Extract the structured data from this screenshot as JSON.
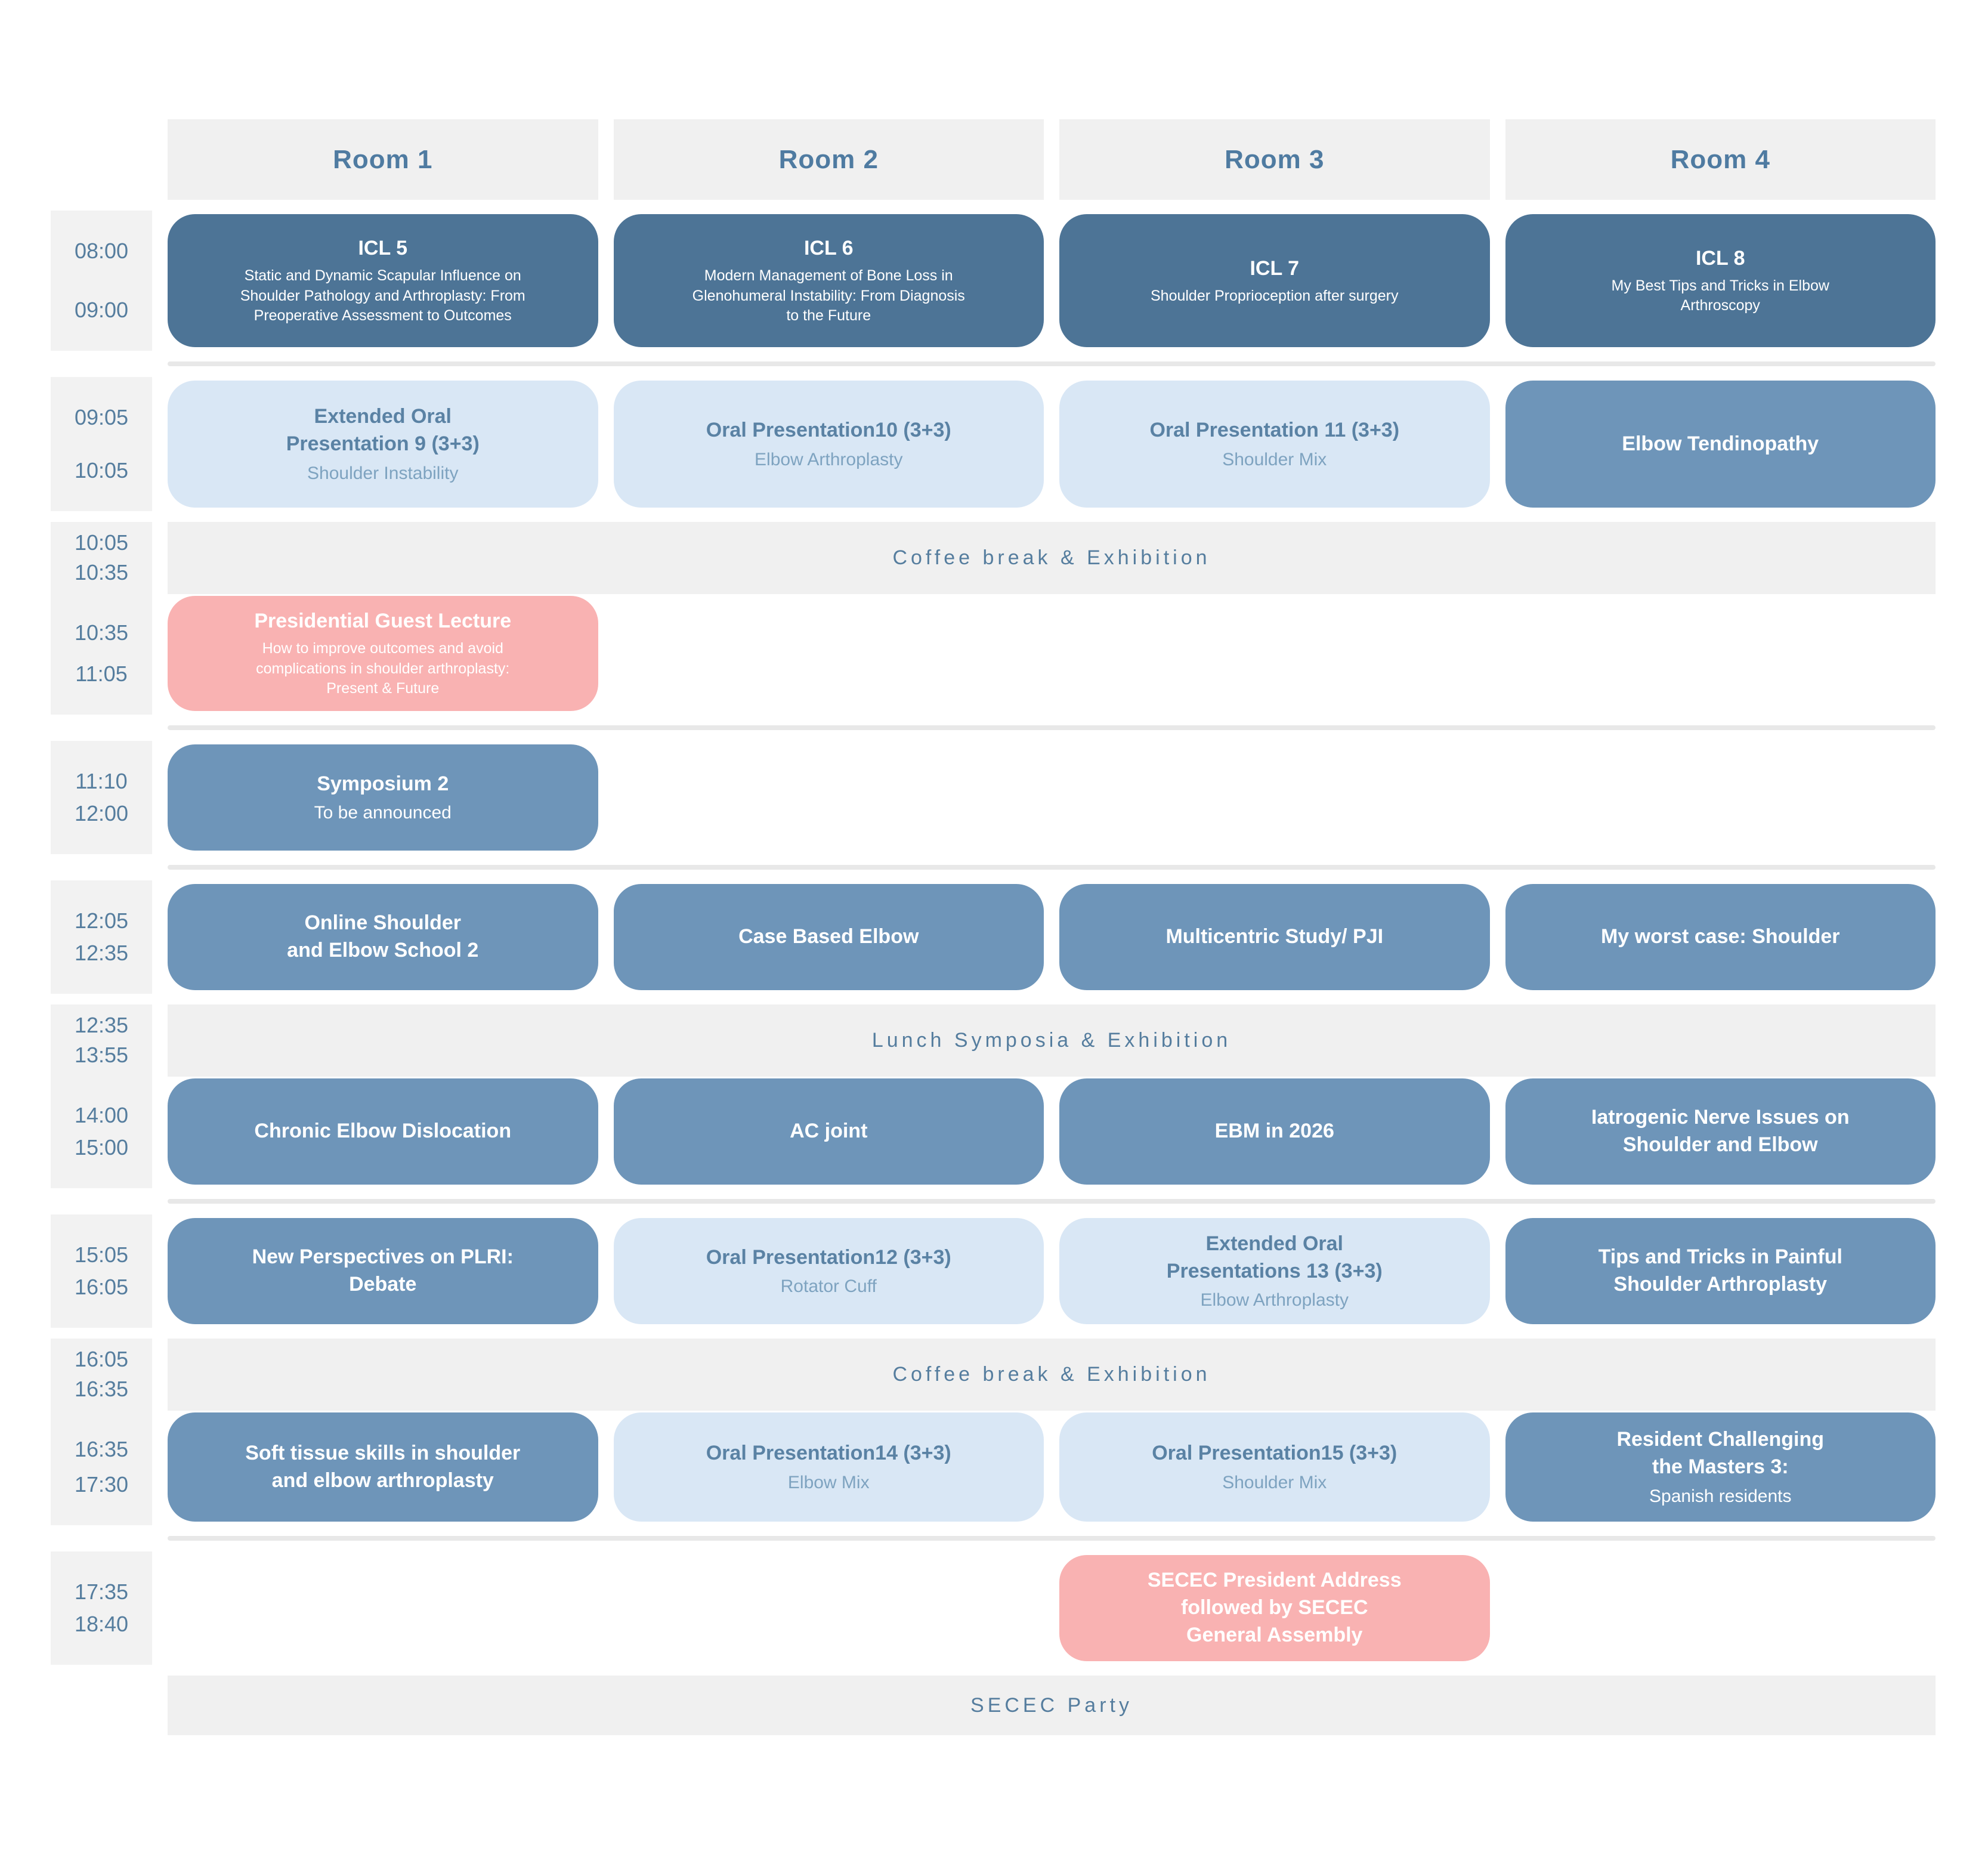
{
  "colors": {
    "dark_blue": "#4d7496",
    "medium_blue": "#6e95b9",
    "light_blue": "#d9e7f5",
    "pink": "#f9b2b2",
    "band_gray": "#f0f0f0",
    "time_gray": "#f2f2f2",
    "steel_text": "#557d9e",
    "light_block_title": "#5a82a4",
    "light_block_sub": "#7ea3c0"
  },
  "rooms": [
    "Room 1",
    "Room 2",
    "Room 3",
    "Room 4"
  ],
  "rows": [
    {
      "t1": "08:00",
      "t2": "09:00",
      "room1": {
        "title": "ICL 5",
        "sub": "Static and Dynamic Scapular Influence on\nShoulder Pathology and Arthroplasty: From\nPreoperative Assessment to Outcomes"
      },
      "room2": {
        "title": "ICL 6",
        "sub": "Modern Management of Bone Loss in\nGlenohumeral Instability: From Diagnosis\nto the Future"
      },
      "room3": {
        "title": "ICL 7",
        "sub": "Shoulder Proprioception after surgery"
      },
      "room4": {
        "title": "ICL 8",
        "sub": "My Best Tips and Tricks in Elbow\nArthroscopy"
      }
    },
    {
      "t1": "09:05",
      "t2": "10:05",
      "room1": {
        "title": "Extended Oral\nPresentation 9 (3+3)",
        "sub": "Shoulder Instability"
      },
      "room2": {
        "title": "Oral Presentation10 (3+3)",
        "sub": "Elbow Arthroplasty"
      },
      "room3": {
        "title": "Oral Presentation 11 (3+3)",
        "sub": "Shoulder Mix"
      },
      "room4": {
        "title": "Elbow Tendinopathy"
      }
    },
    {
      "t1": "10:05",
      "t2": "10:35",
      "label": "Coffee break & Exhibition"
    },
    {
      "t1": "10:35",
      "t2": "11:05",
      "room1": {
        "title": "Presidential Guest Lecture",
        "sub": "How to improve outcomes and avoid\ncomplications in shoulder arthroplasty:\nPresent & Future"
      }
    },
    {
      "t1": "11:10",
      "t2": "12:00",
      "room1": {
        "title": "Symposium 2",
        "sub": "To be announced"
      }
    },
    {
      "t1": "12:05",
      "t2": "12:35",
      "room1": {
        "title": "Online Shoulder\nand Elbow School 2"
      },
      "room2": {
        "title": "Case Based Elbow"
      },
      "room3": {
        "title": "Multicentric Study/ PJI"
      },
      "room4": {
        "title": "My worst case: Shoulder"
      }
    },
    {
      "t1": "12:35",
      "t2": "13:55",
      "label": "Lunch Symposia & Exhibition"
    },
    {
      "t1": "14:00",
      "t2": "15:00",
      "room1": {
        "title": "Chronic Elbow Dislocation"
      },
      "room2": {
        "title": "AC joint"
      },
      "room3": {
        "title": "EBM in 2026"
      },
      "room4": {
        "title": "Iatrogenic Nerve Issues on\nShoulder and Elbow"
      }
    },
    {
      "t1": "15:05",
      "t2": "16:05",
      "room1": {
        "title": "New Perspectives on PLRI:\nDebate"
      },
      "room2": {
        "title": "Oral Presentation12 (3+3)",
        "sub": "Rotator Cuff"
      },
      "room3": {
        "title": "Extended Oral\nPresentations 13 (3+3)",
        "sub": "Elbow Arthroplasty"
      },
      "room4": {
        "title": "Tips and Tricks in Painful\nShoulder Arthroplasty"
      }
    },
    {
      "t1": "16:05",
      "t2": "16:35",
      "label": "Coffee break & Exhibition"
    },
    {
      "t1": "16:35",
      "t2": "17:30",
      "room1": {
        "title": "Soft tissue skills in shoulder\nand elbow arthroplasty"
      },
      "room2": {
        "title": "Oral Presentation14 (3+3)",
        "sub": "Elbow Mix"
      },
      "room3": {
        "title": "Oral Presentation15 (3+3)",
        "sub": "Shoulder Mix"
      },
      "room4": {
        "title": "Resident Challenging\nthe Masters 3:",
        "sub": "Spanish residents"
      }
    },
    {
      "t1": "17:35",
      "t2": "18:40",
      "room3": {
        "title": "SECEC President Address\nfollowed by SECEC\nGeneral Assembly"
      }
    },
    {
      "label": "SECEC Party"
    }
  ]
}
